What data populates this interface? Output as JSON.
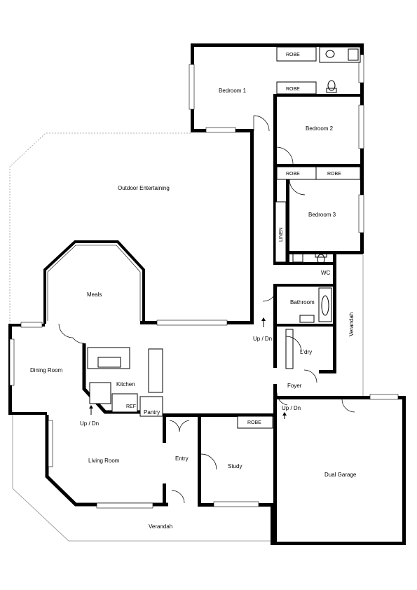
{
  "rooms": {
    "bedroom1": "Bedroom 1",
    "bedroom2": "Bedroom 2",
    "bedroom3": "Bedroom 3",
    "outdoor": "Outdoor Entertaining",
    "meals": "Meals",
    "dining": "Dining Room",
    "kitchen": "Kitchen",
    "living": "Living Room",
    "entry": "Entry",
    "study": "Study",
    "garage": "Dual Garage",
    "bathroom": "Bathroom",
    "laundry": "L'dry",
    "foyer": "Foyer",
    "wc": "WC",
    "pantry": "Pantry",
    "ref": "REF",
    "linen": "LINEN",
    "verandah_front": "Verandah",
    "verandah_side": "Verandah"
  },
  "fixtures": {
    "robe_b1_top": "ROBE",
    "robe_b1_mid": "ROBE",
    "robe_b3_left": "ROBE",
    "robe_b3_right": "ROBE",
    "robe_study": "ROBE"
  },
  "stairs": {
    "updn_hall": "Up / Dn",
    "updn_living": "Up / Dn",
    "updn_foyer": "Up / Dn"
  }
}
